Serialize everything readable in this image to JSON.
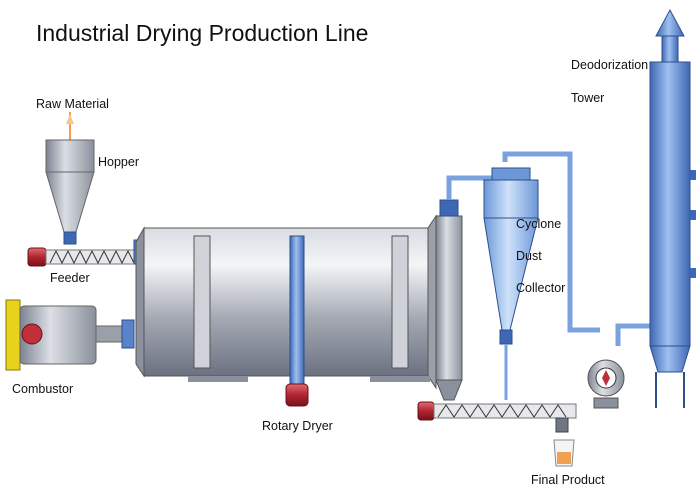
{
  "title": "Industrial Drying Production Line",
  "labels": {
    "raw_material": "Raw Material",
    "hopper": "Hopper",
    "feeder": "Feeder",
    "combustor": "Combustor",
    "rotary_dryer": "Rotary Dryer",
    "cyclone": "Cyclone",
    "dust": "Dust",
    "collector": "Collector",
    "deodorization": "Deodorization",
    "tower": "Tower",
    "final_product": "Final Product"
  },
  "colors": {
    "steel": "#a8adb8",
    "steel_dark": "#6f7684",
    "duct_blue": "#5b83c9",
    "cyclone_blue": "#8ab4e8",
    "tower_blue": "#5f8fd4",
    "motor_red": "#c0303a",
    "combustor_yellow": "#e8d21e",
    "product_orange": "#f0a050"
  }
}
